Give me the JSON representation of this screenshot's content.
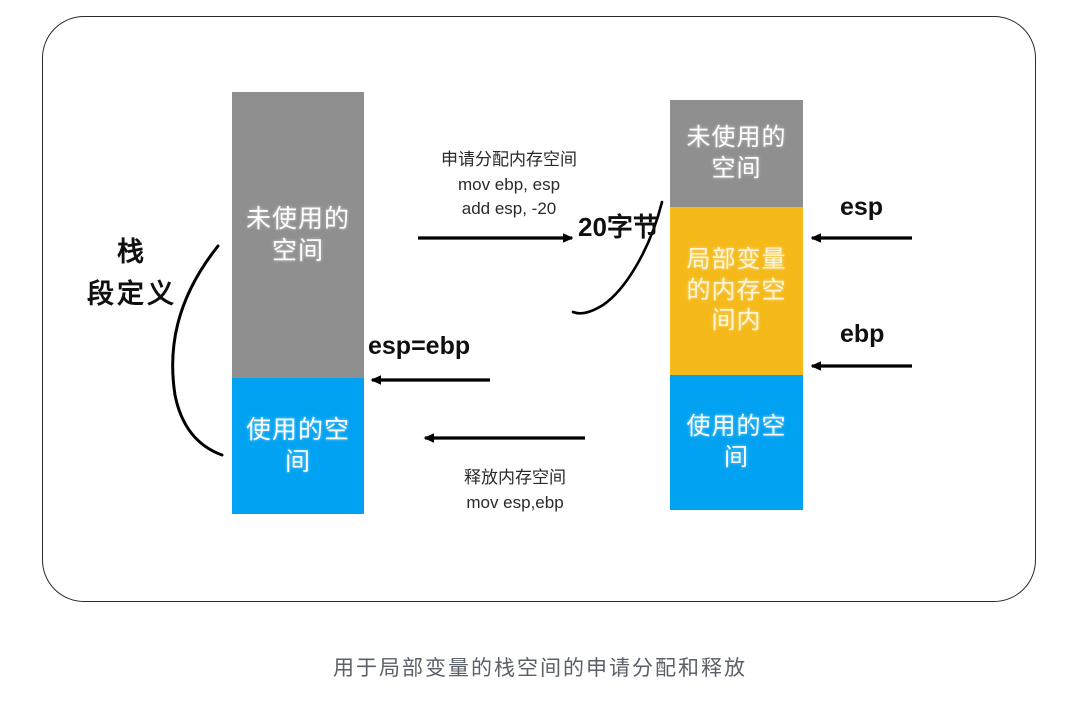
{
  "diagram": {
    "caption": "用于局部变量的栈空间的申请分配和释放",
    "stack_label": "栈\n段定义",
    "bytes_label": "20字节",
    "esp_equals_ebp_label": "esp=ebp",
    "esp_label": "esp",
    "ebp_label": "ebp",
    "allocate_note": "申请分配内存空间\nmov ebp, esp\nadd esp, -20",
    "free_note": "释放内存空间\nmov esp,ebp"
  },
  "left_bar": {
    "segments": [
      {
        "name": "unused",
        "text": "未使用的\n空间",
        "color": "#8f8f8f"
      },
      {
        "name": "used",
        "text": "使用的空\n间",
        "color": "#00a2f1"
      }
    ]
  },
  "right_bar": {
    "segments": [
      {
        "name": "unused",
        "text": "未使用的\n空间",
        "color": "#8f8f8f"
      },
      {
        "name": "locals",
        "text": "局部变量\n的内存空\n间内",
        "color": "#f5b919"
      },
      {
        "name": "used",
        "text": "使用的空\n间",
        "color": "#00a2f1"
      }
    ]
  },
  "colors": {
    "gray": "#8f8f8f",
    "blue": "#00a2f1",
    "orange": "#f5b919",
    "frame_border": "#2b2b2b",
    "caption_text": "#5a6168",
    "arrow": "#000000"
  },
  "icons": {
    "allocate_arrow": "arrow-right-icon",
    "free_arrow": "arrow-left-icon",
    "esp_arrow": "arrow-left-icon",
    "ebp_arrow": "arrow-left-icon",
    "esp_ebp_arrow": "arrow-left-icon",
    "brace": "curly-brace-icon",
    "leader": "leader-line-icon"
  }
}
